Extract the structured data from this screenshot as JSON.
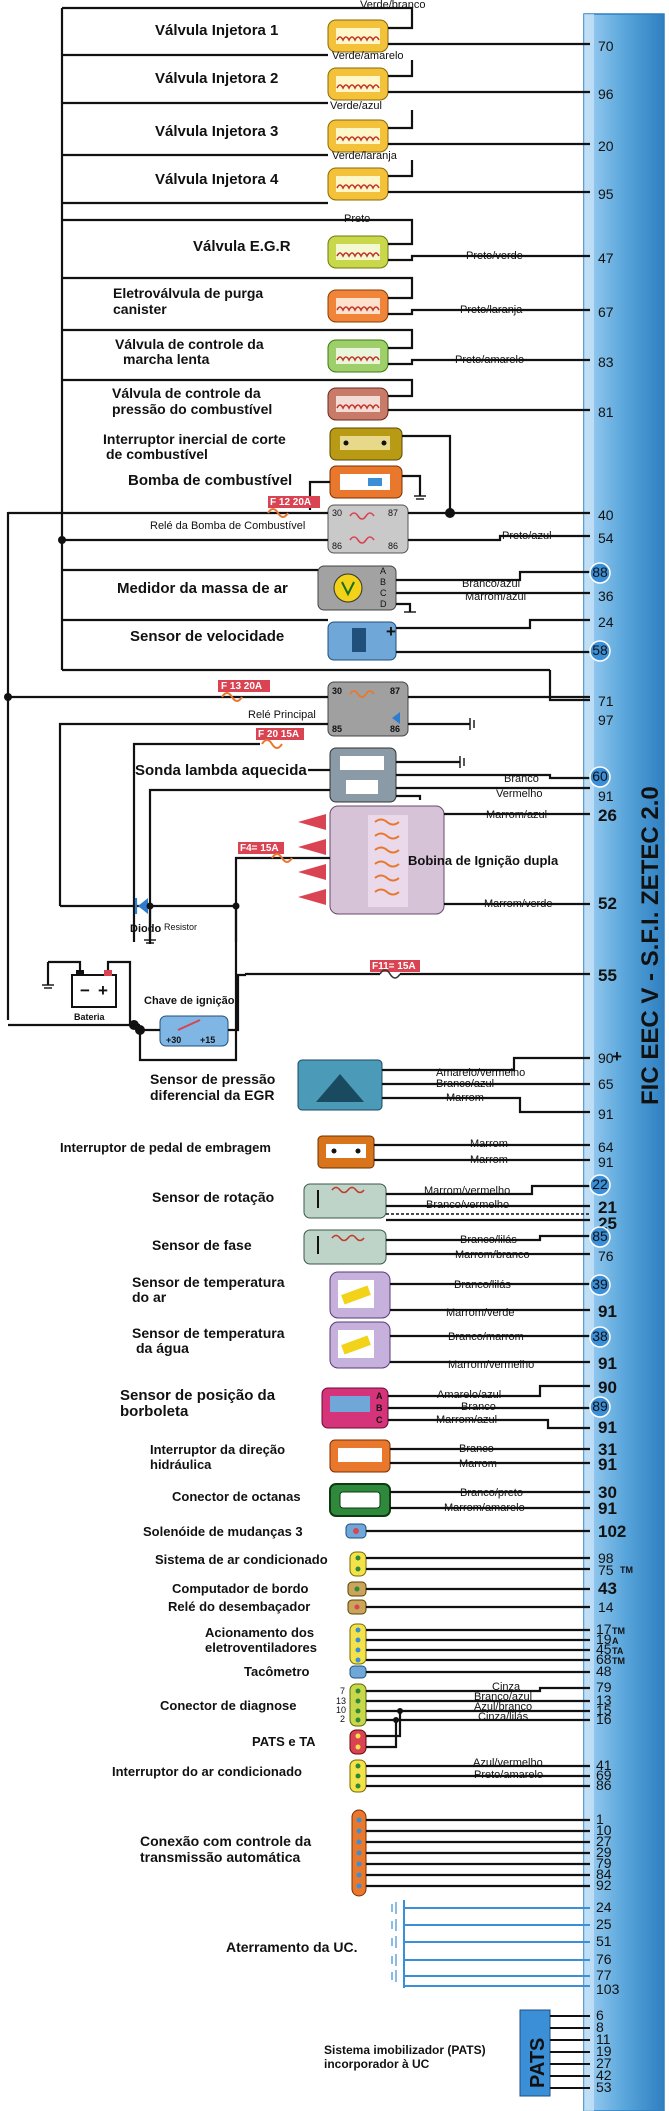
{
  "title": "FIC EEC V - S.F.I. ZETEC 2.0",
  "colors": {
    "ecu_bar": "#5aa6dc",
    "ecu_bar_edge": "#2f7fc0",
    "fuse": "#d94352",
    "circle_pin": "#3b8fd6"
  },
  "components": {
    "inj1": "Válvula Injetora 1",
    "inj2": "Válvula Injetora 2",
    "inj3": "Válvula Injetora 3",
    "inj4": "Válvula Injetora 4",
    "egr": "Válvula E.G.R",
    "purge_1": "Eletroválvula de purga",
    "purge_2": "canister",
    "idle_1": "Válvula de controle da",
    "idle_2": "marcha lenta",
    "press_1": "Válvula de controle da",
    "press_2": "pressão do combustível",
    "inertia_1": "Interruptor inercial de corte",
    "inertia_2": "de combustível",
    "pump": "Bomba de combustível",
    "pump_relay": "Relé da Bomba de Combustível",
    "maf": "Medidor da massa de ar",
    "speed": "Sensor de velocidade",
    "main_relay": "Relé Principal",
    "lambda": "Sonda lambda aquecida",
    "coil": "Bobina de Ignição dupla",
    "diode": "Diodo",
    "resistor": "Resistor",
    "battery": "Bateria",
    "ignition": "Chave de ignição",
    "egr_sensor_1": "Sensor de pressão",
    "egr_sensor_2": "diferencial da EGR",
    "clutch": "Interruptor de pedal de embragem",
    "rpm": "Sensor de rotação",
    "phase": "Sensor de fase",
    "air_temp_1": "Sensor de temperatura",
    "air_temp_2": "do ar",
    "water_temp_1": "Sensor de temperatura",
    "water_temp_2": "da água",
    "tps_1": "Sensor de posição da",
    "tps_2": "borboleta",
    "steering_1": "Interruptor da direção",
    "steering_2": "hidráulica",
    "octane": "Conector de octanas",
    "shift": "Solenóide de mudanças 3",
    "ac_system": "Sistema de ar condicionado",
    "trip": "Computador de bordo",
    "defrost": "Relé do desembaçador",
    "fans_1": "Acionamento dos",
    "fans_2": "eletroventiladores",
    "tach": "Tacômetro",
    "diag": "Conector de diagnose",
    "pats_ta": "PATS e TA",
    "ac_switch": "Interruptor do ar condicionado",
    "trans_1": "Conexão com controle da",
    "trans_2": "transmissão automática",
    "ground": "Aterramento da UC.",
    "immob_1": "Sistema imobilizador (PATS)",
    "immob_2": "incorporador à UC",
    "pats_badge": "PATS"
  },
  "wire_colors": {
    "verde_branco": "Verde/branco",
    "verde_amarelo": "Verde/amarelo",
    "verde_azul": "Verde/azul",
    "verde_laranja": "Verde/laranja",
    "preto": "Preto",
    "preto_verde": "Preto/verde",
    "preto_laranja": "Preto/laranja",
    "preto_amarelo": "Preto/amarelo",
    "preto_azul": "Preto/azul",
    "branco_azul": "Branco/azul",
    "marrom_azul": "Marrom/azul",
    "branco": "Branco",
    "vermelho": "Vermelho",
    "marrom_azul2": "Marrom/azul",
    "marrom_verde": "Marrom/verde",
    "amarelo_vermelho": "Amarelo/vermelho",
    "branco_azul2": "Branco/azul",
    "marrom": "Marrom",
    "marrom_c1": "Marrom",
    "marrom_c2": "Marrom",
    "marrom_vermelho": "Marrom/vermelho",
    "branco_vermelho": "Branco/vermelho",
    "branco_lilas": "Branco/lilás",
    "marrom_branco": "Marrom/branco",
    "branco_lilas2": "Branco/lilás",
    "marrom_verde2": "Marrom/verde",
    "branco_marrom": "Branco/marrom",
    "marrom_vermelho2": "Marrom/vermelho",
    "amarelo_azul": "Amarelo/azul",
    "branco_tps": "Branco",
    "marrom_azul3": "Marrom/azul",
    "branco_dir": "Branco",
    "marrom_dir": "Marrom",
    "branco_preto": "Branco/preto",
    "marrom_amarelo": "Marrom/amarelo",
    "cinza": "Cinza",
    "branco_azul3": "Branco/azul",
    "azul_branco": "Azul/branco",
    "cinza_lilas": "Cinza/lilás",
    "azul_vermelho": "Azul/vermelho",
    "preto_amarelo2": "Preto/amarelo"
  },
  "fuses": {
    "f12": "F 12 20A",
    "f13": "F 13 20A",
    "f20": "F 20 15A",
    "f4": "F4= 15A",
    "f11": "F11= 15A"
  },
  "relay_pins": {
    "r30": "30",
    "r87": "87",
    "r85": "85",
    "r86": "86",
    "maf_a": "A",
    "maf_b": "B",
    "maf_c": "C",
    "maf_d": "D",
    "tps_a": "A",
    "tps_b": "B",
    "tps_c": "C",
    "ign30": "+30",
    "ign15": "+15",
    "diag7": "7",
    "diag13": "13",
    "diag10": "10",
    "diag2": "2",
    "plus_sign": "+"
  },
  "pins": [
    {
      "id": "p70",
      "num": "70",
      "circle": false,
      "bold": false
    },
    {
      "id": "p96",
      "num": "96",
      "circle": false,
      "bold": false
    },
    {
      "id": "p20",
      "num": "20",
      "circle": false,
      "bold": false
    },
    {
      "id": "p95",
      "num": "95",
      "circle": false,
      "bold": false
    },
    {
      "id": "p47",
      "num": "47",
      "circle": false,
      "bold": false
    },
    {
      "id": "p67",
      "num": "67",
      "circle": false,
      "bold": false
    },
    {
      "id": "p83",
      "num": "83",
      "circle": false,
      "bold": false
    },
    {
      "id": "p81",
      "num": "81",
      "circle": false,
      "bold": false
    },
    {
      "id": "p40",
      "num": "40",
      "circle": false,
      "bold": false
    },
    {
      "id": "p54",
      "num": "54",
      "circle": false,
      "bold": false
    },
    {
      "id": "p88",
      "num": "88",
      "circle": true,
      "bold": false
    },
    {
      "id": "p36",
      "num": "36",
      "circle": false,
      "bold": false
    },
    {
      "id": "p24",
      "num": "24",
      "circle": false,
      "bold": false
    },
    {
      "id": "p58",
      "num": "58",
      "circle": true,
      "bold": false
    },
    {
      "id": "p71",
      "num": "71",
      "circle": false,
      "bold": false
    },
    {
      "id": "p97",
      "num": "97",
      "circle": false,
      "bold": false
    },
    {
      "id": "p60",
      "num": "60",
      "circle": true,
      "bold": false
    },
    {
      "id": "p91a",
      "num": "91",
      "circle": false,
      "bold": false
    },
    {
      "id": "p26",
      "num": "26",
      "circle": false,
      "bold": true
    },
    {
      "id": "p52",
      "num": "52",
      "circle": false,
      "bold": true
    },
    {
      "id": "p55",
      "num": "55",
      "circle": false,
      "bold": true
    },
    {
      "id": "p90a",
      "num": "90",
      "circle": false,
      "bold": false
    },
    {
      "id": "p65",
      "num": "65",
      "circle": false,
      "bold": false
    },
    {
      "id": "p91b",
      "num": "91",
      "circle": false,
      "bold": false
    },
    {
      "id": "p64",
      "num": "64",
      "circle": false,
      "bold": false
    },
    {
      "id": "p91c",
      "num": "91",
      "circle": false,
      "bold": false
    },
    {
      "id": "p22",
      "num": "22",
      "circle": true,
      "bold": false
    },
    {
      "id": "p21",
      "num": "21",
      "circle": false,
      "bold": true
    },
    {
      "id": "p25",
      "num": "25",
      "circle": false,
      "bold": true
    },
    {
      "id": "p85",
      "num": "85",
      "circle": true,
      "bold": false
    },
    {
      "id": "p76",
      "num": "76",
      "circle": false,
      "bold": false
    },
    {
      "id": "p39",
      "num": "39",
      "circle": true,
      "bold": false
    },
    {
      "id": "p91d",
      "num": "91",
      "circle": false,
      "bold": true
    },
    {
      "id": "p38",
      "num": "38",
      "circle": true,
      "bold": false
    },
    {
      "id": "p91e",
      "num": "91",
      "circle": false,
      "bold": true
    },
    {
      "id": "p90b",
      "num": "90",
      "circle": false,
      "bold": true
    },
    {
      "id": "p89",
      "num": "89",
      "circle": true,
      "bold": false
    },
    {
      "id": "p91f",
      "num": "91",
      "circle": false,
      "bold": true
    },
    {
      "id": "p31",
      "num": "31",
      "circle": false,
      "bold": true
    },
    {
      "id": "p91g",
      "num": "91",
      "circle": false,
      "bold": true
    },
    {
      "id": "p30",
      "num": "30",
      "circle": false,
      "bold": true
    },
    {
      "id": "p91h",
      "num": "91",
      "circle": false,
      "bold": true
    },
    {
      "id": "p102",
      "num": "102",
      "circle": false,
      "bold": true
    },
    {
      "id": "p98",
      "num": "98",
      "circle": false,
      "bold": false
    },
    {
      "id": "p75",
      "num": "75",
      "circle": false,
      "bold": false
    },
    {
      "id": "p43",
      "num": "43",
      "circle": false,
      "bold": true
    },
    {
      "id": "p14",
      "num": "14",
      "circle": false,
      "bold": false
    },
    {
      "id": "p17",
      "num": "17",
      "circle": false,
      "bold": false
    },
    {
      "id": "p19",
      "num": "19",
      "circle": false,
      "bold": false
    },
    {
      "id": "p45",
      "num": "45",
      "circle": false,
      "bold": false
    },
    {
      "id": "p68",
      "num": "68",
      "circle": false,
      "bold": false
    },
    {
      "id": "p48",
      "num": "48",
      "circle": false,
      "bold": false
    },
    {
      "id": "p79a",
      "num": "79",
      "circle": false,
      "bold": false
    },
    {
      "id": "p13",
      "num": "13",
      "circle": false,
      "bold": false
    },
    {
      "id": "p15",
      "num": "15",
      "circle": false,
      "bold": false
    },
    {
      "id": "p16",
      "num": "16",
      "circle": false,
      "bold": false
    },
    {
      "id": "p41",
      "num": "41",
      "circle": false,
      "bold": false
    },
    {
      "id": "p69",
      "num": "69",
      "circle": false,
      "bold": false
    },
    {
      "id": "p86",
      "num": "86",
      "circle": false,
      "bold": false
    },
    {
      "id": "p1",
      "num": "1",
      "circle": false,
      "bold": false
    },
    {
      "id": "p10",
      "num": "10",
      "circle": false,
      "bold": false
    },
    {
      "id": "p27a",
      "num": "27",
      "circle": false,
      "bold": false
    },
    {
      "id": "p29",
      "num": "29",
      "circle": false,
      "bold": false
    },
    {
      "id": "p79b",
      "num": "79",
      "circle": false,
      "bold": false
    },
    {
      "id": "p84",
      "num": "84",
      "circle": false,
      "bold": false
    },
    {
      "id": "p92",
      "num": "92",
      "circle": false,
      "bold": false
    },
    {
      "id": "p24b",
      "num": "24",
      "circle": false,
      "bold": false
    },
    {
      "id": "p25b",
      "num": "25",
      "circle": false,
      "bold": false
    },
    {
      "id": "p51",
      "num": "51",
      "circle": false,
      "bold": false
    },
    {
      "id": "p76b",
      "num": "76",
      "circle": false,
      "bold": false
    },
    {
      "id": "p77",
      "num": "77",
      "circle": false,
      "bold": false
    },
    {
      "id": "p103",
      "num": "103",
      "circle": false,
      "bold": false
    },
    {
      "id": "p6",
      "num": "6",
      "circle": false,
      "bold": false
    },
    {
      "id": "p8",
      "num": "8",
      "circle": false,
      "bold": false
    },
    {
      "id": "p11",
      "num": "11",
      "circle": false,
      "bold": false
    },
    {
      "id": "p19b",
      "num": "19",
      "circle": false,
      "bold": false
    },
    {
      "id": "p27b",
      "num": "27",
      "circle": false,
      "bold": false
    },
    {
      "id": "p42",
      "num": "42",
      "circle": false,
      "bold": false
    },
    {
      "id": "p53",
      "num": "53",
      "circle": false,
      "bold": false
    }
  ],
  "tm_marks": {
    "tm75": "TM",
    "tm17": "TM",
    "a19": "A",
    "a45": "TA",
    "tm68": "TM"
  }
}
